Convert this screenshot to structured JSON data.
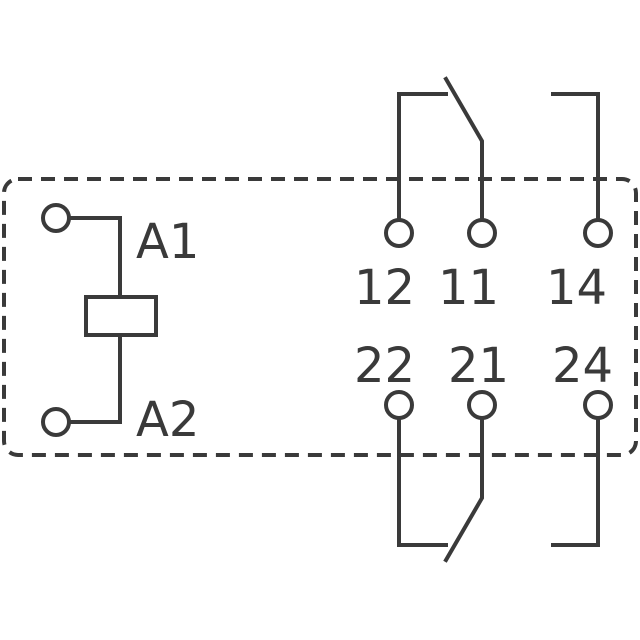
{
  "coil": {
    "a1": "A1",
    "a2": "A2"
  },
  "contacts": {
    "top_row": [
      "12",
      "11",
      "14"
    ],
    "bottom_row": [
      "22",
      "21",
      "24"
    ]
  }
}
